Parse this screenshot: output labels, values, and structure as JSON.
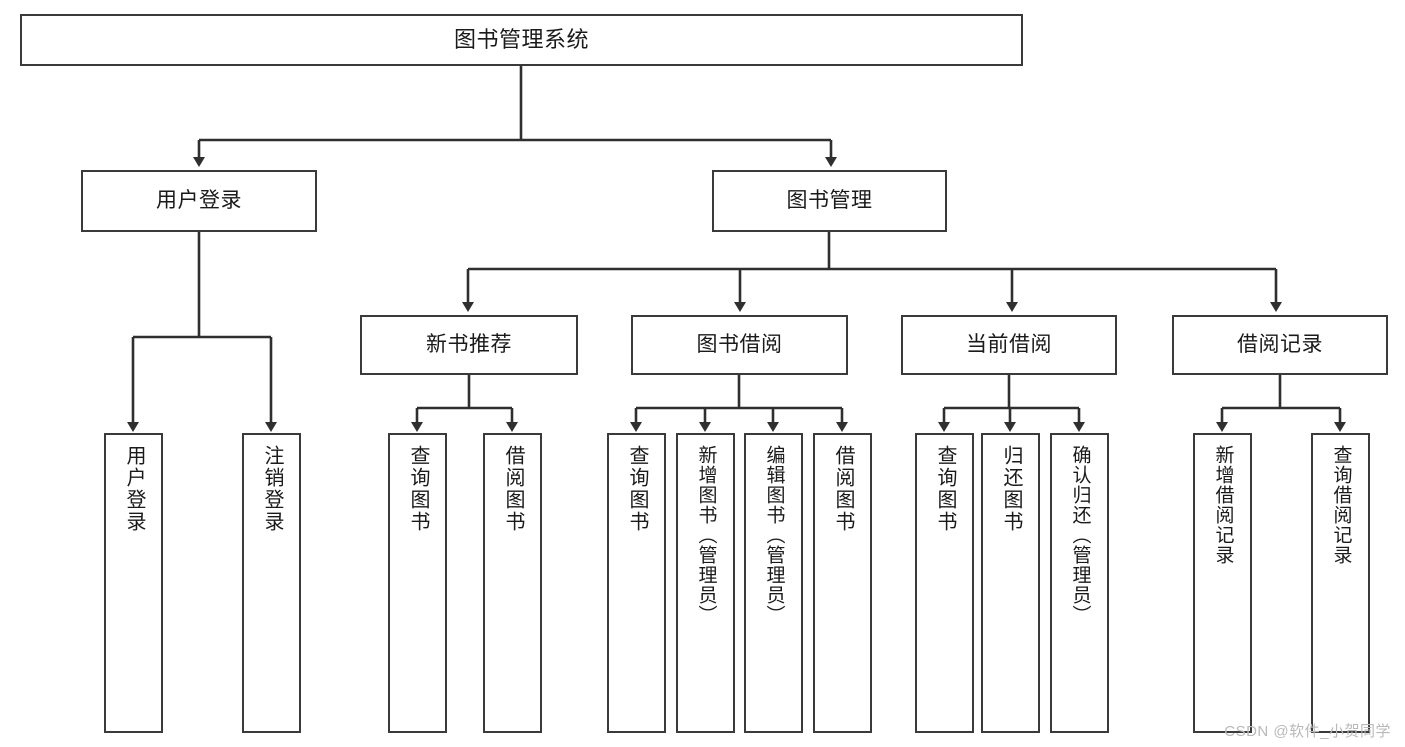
{
  "diagram": {
    "title": "图书管理系统",
    "type": "tree-hierarchy",
    "stroke_color": "#3a3a3a",
    "fill_color": "#ffffff",
    "text_color": "#1a1a1a",
    "background": "#ffffff"
  },
  "watermark": {
    "text": "CSDN @软件_小贺同学",
    "color": "#b9b9b9"
  },
  "nodes": {
    "root": {
      "label": "图书管理系统"
    },
    "level1": [
      {
        "label": "用户登录"
      },
      {
        "label": "图书管理"
      }
    ],
    "level2": [
      {
        "label": "新书推荐"
      },
      {
        "label": "图书借阅"
      },
      {
        "label": "当前借阅"
      },
      {
        "label": "借阅记录"
      }
    ],
    "leaves": {
      "user_login": [
        {
          "label": "用户登录"
        },
        {
          "label": "注销登录"
        }
      ],
      "new_book": [
        {
          "label": "查询图书"
        },
        {
          "label": "借阅图书"
        }
      ],
      "borrow_book": [
        {
          "label": "查询图书"
        },
        {
          "label": "新增图书（管理员）"
        },
        {
          "label": "编辑图书（管理员）"
        },
        {
          "label": "借阅图书"
        }
      ],
      "current_borrow": [
        {
          "label": "查询图书"
        },
        {
          "label": "归还图书"
        },
        {
          "label": "确认归还（管理员）"
        }
      ],
      "borrow_record": [
        {
          "label": "新增借阅记录"
        },
        {
          "label": "查询借阅记录"
        }
      ]
    }
  }
}
